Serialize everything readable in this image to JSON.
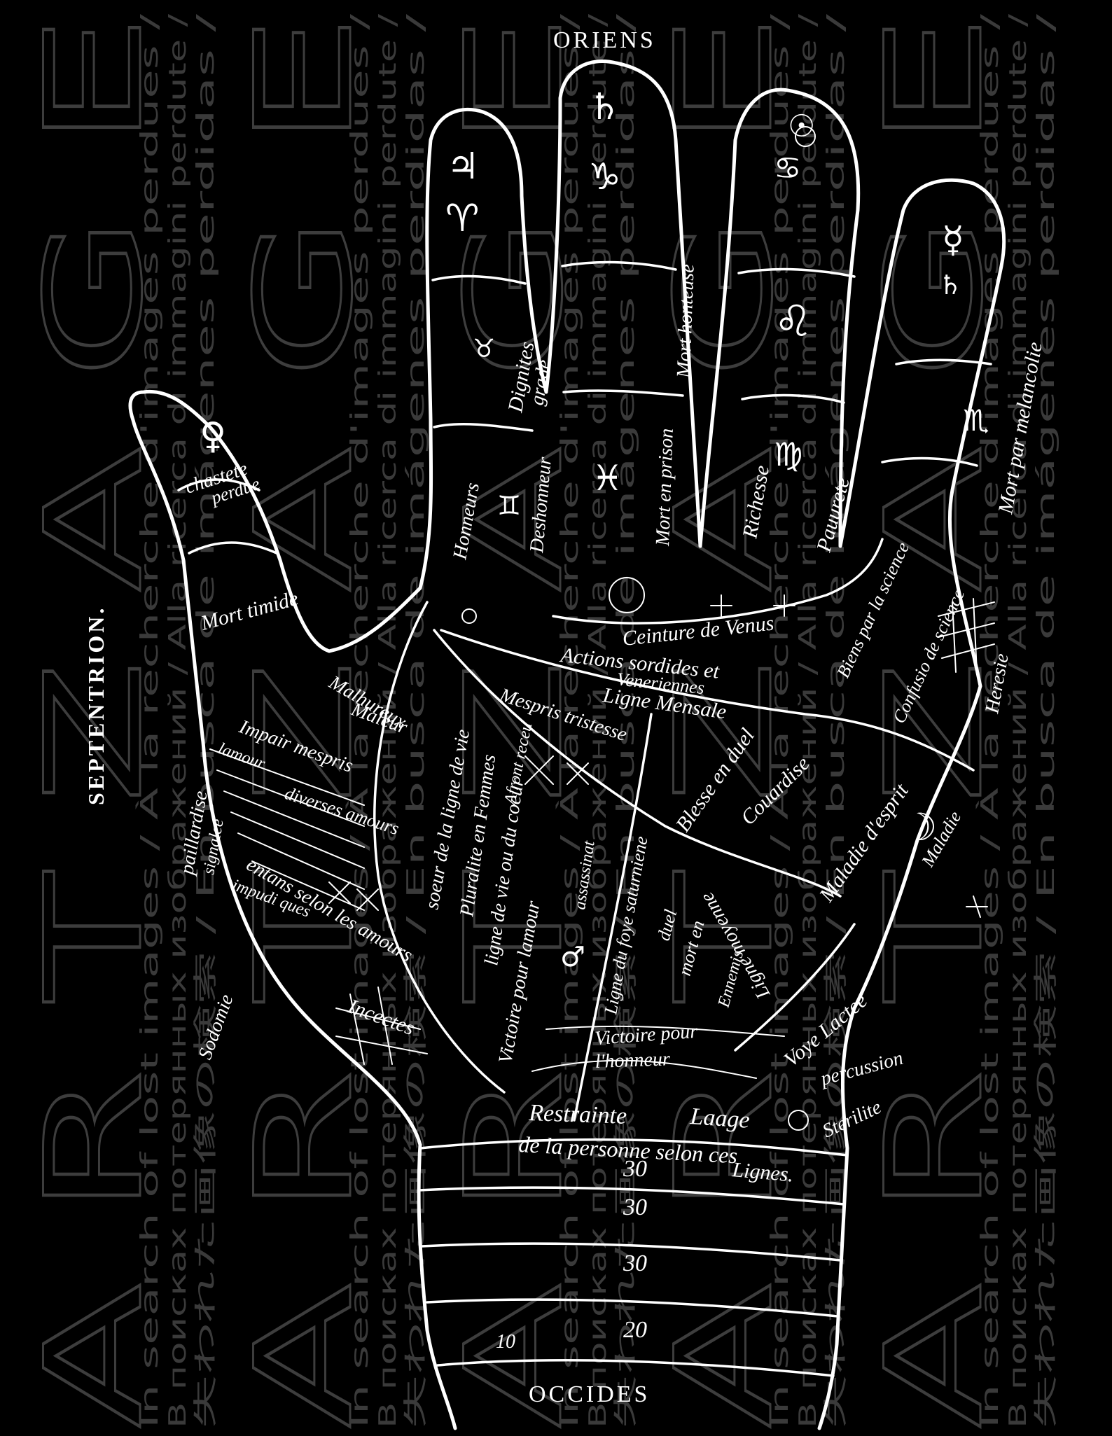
{
  "compass": {
    "top": "ORIENS",
    "bottom": "OCCIDES",
    "left": "SEPTENTRION."
  },
  "watermark": {
    "big_letters": "ARTZAGE",
    "lines": [
      "In search of lost images / À la recherche d'images perdues /",
      "В поисках потерянных изображений / Alla ricerca di immagini perdute /",
      "失われた画像の検索 / En busca de imágenes perdidas /"
    ]
  },
  "labels": {
    "chastete": "chastete",
    "perdue": "perdue",
    "mort_timide": "Mort timide",
    "malhureux": "Malhureux",
    "maleur": "Maleur",
    "impair_mespris": "Impair mespris",
    "lamour": "lamour",
    "diverses_amours": "diverses amours",
    "paillardise": "paillardise",
    "signalee": "signalee",
    "entans_selon": "entans selon les amours",
    "impudiques": "impudi ques",
    "sodomie": "Sodomie",
    "incestes": "Incectes",
    "honneurs": "Honneurs",
    "deshonneur": "Deshonneur",
    "dignites": "Dignites",
    "grade": "grade",
    "mort_en_prison": "Mort en prison",
    "mort_honteuse": "Mort honteuse",
    "richesse": "Richesse",
    "pauurete": "Pauurete",
    "mort_par_melancolie": "Mort par melancolie",
    "ceinture_de_venus": "Ceinture de Venus",
    "actions_sordides": "Actions sordides et",
    "veneriennes": "Veneriennes",
    "ligne_mensale": "Ligne Mensale",
    "mespris_tristesse": "Mespris tristesse",
    "biens_par_la_science": "Biens par la science",
    "confusion_de_science": "Confusio de science",
    "heresie": "Heresie",
    "soeur_de_la_ligne": "soeur de la ligne de vie",
    "pluralite_en_femmes": "Pluralite en Femmes",
    "affront_receu": "Afront receu",
    "ligne_de_vie": "ligne de vie ou du coeur",
    "victoire_pour_lamour": "Victoire pour lamour",
    "assassinat": "assassinat",
    "ligne_saturniene": "Ligne du foye saturniene",
    "blesse_en_duel": "Blesse en duel",
    "couardise": "Couardise",
    "maladie_desprit": "Maladie d'esprit",
    "maladie": "Maladie",
    "ligne_moyenne": "Ligne moyenne",
    "duel": "duel",
    "mort_en": "mort en",
    "ennemis": "Ennemis",
    "victoire_pour_lhonneur": "Victoire pour",
    "lhonneur": "l'honneur",
    "voye_lactee": "Voye Lactee",
    "percussion": "percussion",
    "sterilite": "Sterilite",
    "restrainte": "Restrainte",
    "laage": "Laage",
    "de_la_personne": "de la personne selon ces",
    "lignes": "Lignes.",
    "wrist_1": "30",
    "wrist_2": "30",
    "wrist_3": "30",
    "wrist_4": "20",
    "wrist_5": "10"
  },
  "symbols": {
    "jupiter": "♃",
    "aries": "♈",
    "taurus": "♉",
    "saturn": "♄",
    "capricorn": "♑",
    "sun": "☉",
    "cancer": "♋",
    "leo": "♌",
    "mercury": "☿",
    "virgo": "♍",
    "scorpio": "♏",
    "venus": "♀",
    "gemini": "♊",
    "pisces": "♓",
    "moon": "☽",
    "mars": "♂"
  }
}
